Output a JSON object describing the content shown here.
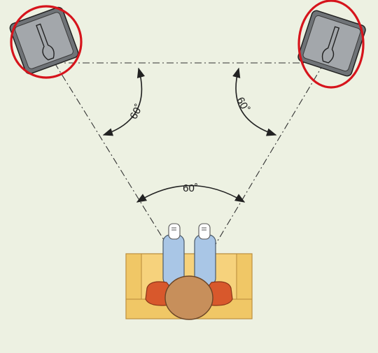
{
  "diagram": {
    "angles": {
      "left": "60˚",
      "right": "60˚",
      "bottom": "60˚"
    },
    "colors": {
      "background": "#edf1e2",
      "highlight_circle": "#d6141c",
      "speaker_body": "#6f7377",
      "speaker_face": "#9a9ea2",
      "sofa": "#f6d27c",
      "sofa_outline": "#e0b24d",
      "arms": "#d8582c",
      "legs": "#a9c6e6",
      "head": "#c78f5b",
      "lines": "#333333"
    },
    "icons": [
      "speaker-icon",
      "listener-icon",
      "sofa-icon"
    ]
  }
}
